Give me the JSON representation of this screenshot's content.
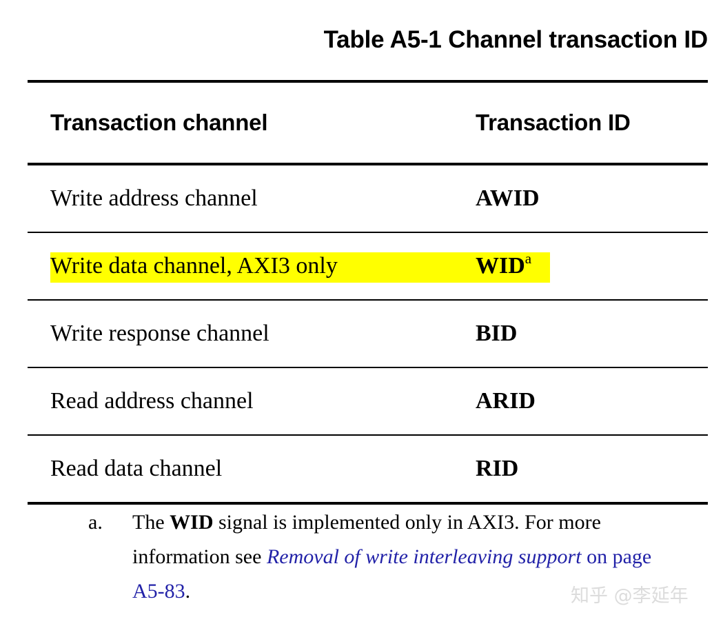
{
  "table": {
    "caption": "Table A5-1 Channel transaction ID",
    "columns": [
      {
        "key": "channel",
        "label": "Transaction channel"
      },
      {
        "key": "id",
        "label": "Transaction ID"
      }
    ],
    "rows": [
      {
        "channel": "Write address channel",
        "id": "AWID",
        "footnote_marker": "",
        "highlighted": false
      },
      {
        "channel": "Write data channel, AXI3 only",
        "id": "WID",
        "footnote_marker": "a",
        "highlighted": true
      },
      {
        "channel": "Write response channel",
        "id": "BID",
        "footnote_marker": "",
        "highlighted": false
      },
      {
        "channel": "Read address channel",
        "id": "ARID",
        "footnote_marker": "",
        "highlighted": false
      },
      {
        "channel": "Read data channel",
        "id": "RID",
        "footnote_marker": "",
        "highlighted": false
      }
    ],
    "highlight_color": "#FFFF00"
  },
  "footnote": {
    "marker": "a.",
    "text_1": "The ",
    "signal_name": "WID",
    "text_2": " signal is implemented only in AXI3. For more information see ",
    "link_italic": "Removal of write interleaving support",
    "text_3": " on page A5-83",
    "text_4": ".",
    "link_color": "#2222A8"
  },
  "watermark": {
    "text": "知乎 @李延年",
    "color": "#dcdcdc"
  }
}
